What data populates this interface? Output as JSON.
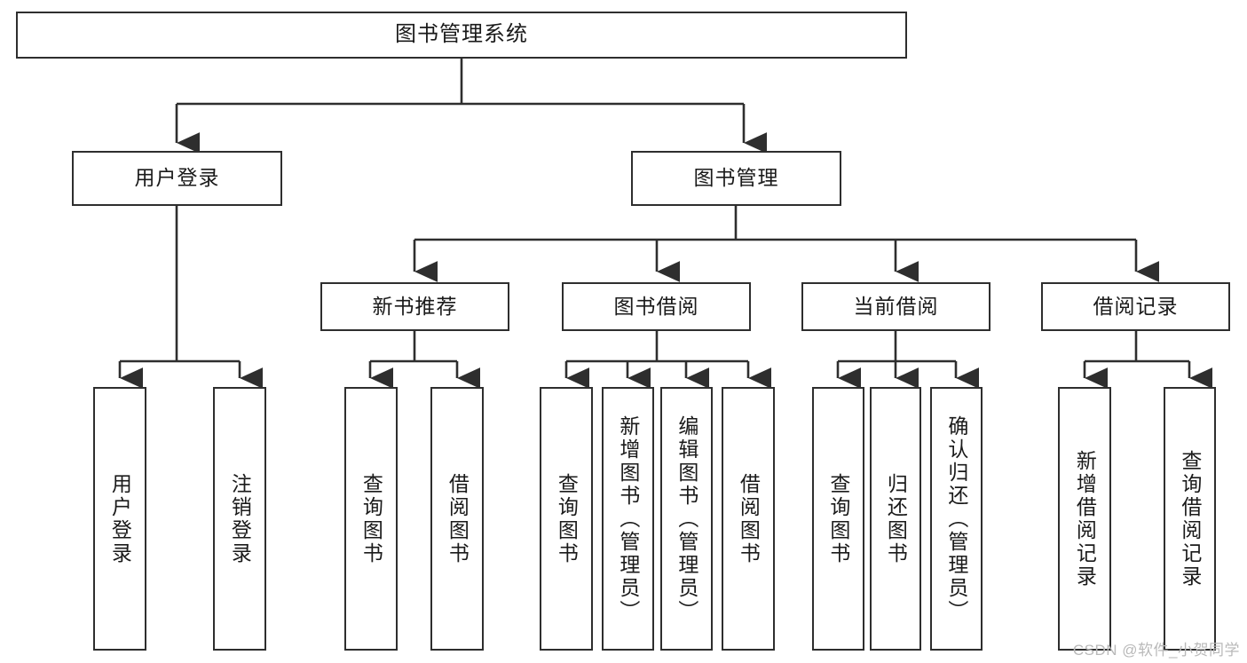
{
  "diagram": {
    "title": "图书管理系统",
    "type": "hierarchy-tree",
    "colors": {
      "box_border": "#2e2e2e",
      "box_fill": "#ffffff",
      "edge": "#2e2e2e",
      "text": "#1a1a1a",
      "watermark": "#b9b9b9"
    },
    "levels": {
      "root": {
        "label": "图书管理系统"
      },
      "level1": [
        {
          "label": "用户登录"
        },
        {
          "label": "图书管理"
        }
      ],
      "level2": [
        {
          "label": "新书推荐"
        },
        {
          "label": "图书借阅"
        },
        {
          "label": "当前借阅"
        },
        {
          "label": "借阅记录"
        }
      ],
      "leaves": {
        "user_login": [
          {
            "label": "用户登录"
          },
          {
            "label": "注销登录"
          }
        ],
        "new_book_recommend": [
          {
            "label": "查询图书"
          },
          {
            "label": "借阅图书"
          }
        ],
        "book_borrow": [
          {
            "label": "查询图书"
          },
          {
            "label": "新增图书（管理员）"
          },
          {
            "label": "编辑图书（管理员）"
          },
          {
            "label": "借阅图书"
          }
        ],
        "current_borrow": [
          {
            "label": "查询图书"
          },
          {
            "label": "归还图书"
          },
          {
            "label": "确认归还（管理员）"
          }
        ],
        "borrow_records": [
          {
            "label": "新增借阅记录"
          },
          {
            "label": "查询借阅记录"
          }
        ]
      }
    },
    "watermark": "CSDN @软件_小贺同学"
  }
}
